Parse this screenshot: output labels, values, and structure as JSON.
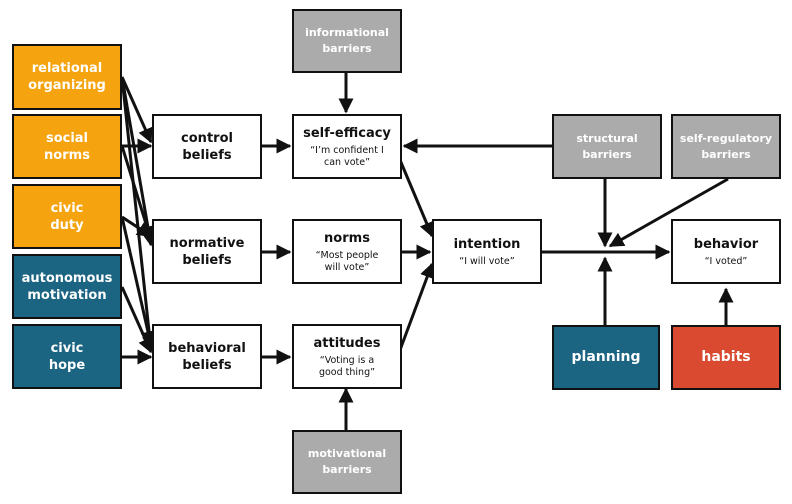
{
  "colors": {
    "orange": "#f5a30f",
    "teal": "#1b6482",
    "gray": "#ababab",
    "red": "#d94a30"
  },
  "antecedents": {
    "relational_organizing": "relational\norganizing",
    "social_norms": "social\nnorms",
    "civic_duty": "civic\nduty",
    "autonomous_motivation": "autonomous\nmotivation",
    "civic_hope": "civic\nhope"
  },
  "beliefs": {
    "control": "control\nbeliefs",
    "normative": "normative\nbeliefs",
    "behavioral": "behavioral\nbeliefs"
  },
  "constructs": {
    "self_efficacy": {
      "title": "self-efficacy",
      "quote": "“I’m confident I\ncan vote”"
    },
    "norms": {
      "title": "norms",
      "quote": "“Most people\nwill vote”"
    },
    "attitudes": {
      "title": "attitudes",
      "quote": "“Voting is a\ngood thing”"
    },
    "intention": {
      "title": "intention",
      "quote": "“I will vote”"
    },
    "behavior": {
      "title": "behavior",
      "quote": "“I voted”"
    }
  },
  "barriers": {
    "informational": "informational\nbarriers",
    "motivational": "motivational\nbarriers",
    "structural": "structural\nbarriers",
    "self_regulatory": "self-regulatory\nbarriers"
  },
  "moderators": {
    "planning": "planning",
    "habits": "habits"
  }
}
